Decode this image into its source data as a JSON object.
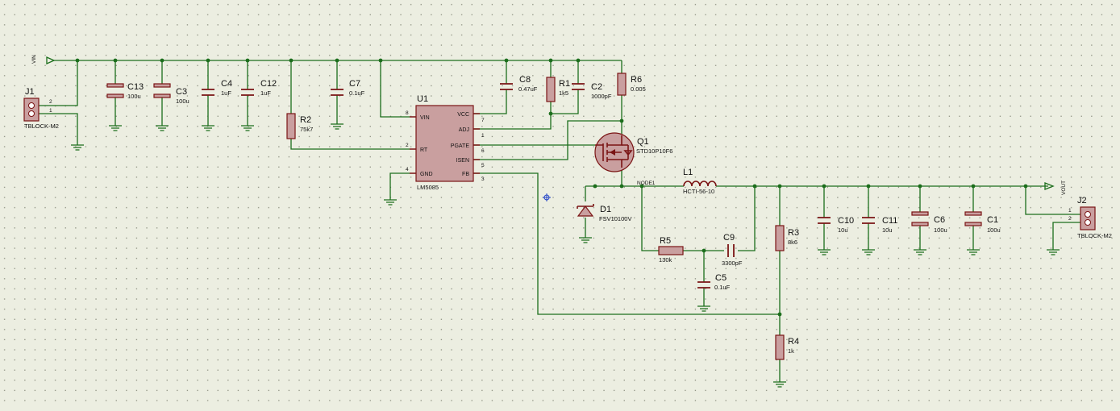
{
  "components": {
    "J1": {
      "ref": "J1",
      "value": "TBLOCK-M2",
      "pins": [
        "2",
        "1"
      ]
    },
    "J2": {
      "ref": "J2",
      "value": "TBLOCK-M2",
      "pins": [
        "1",
        "2"
      ]
    },
    "C13": {
      "ref": "C13",
      "value": "100u"
    },
    "C3": {
      "ref": "C3",
      "value": "100u"
    },
    "C4": {
      "ref": "C4",
      "value": "1uF"
    },
    "C12": {
      "ref": "C12",
      "value": "1uF"
    },
    "C7": {
      "ref": "C7",
      "value": "0.1uF"
    },
    "R2": {
      "ref": "R2",
      "value": "75k7"
    },
    "C8": {
      "ref": "C8",
      "value": "0.47uF"
    },
    "R1": {
      "ref": "R1",
      "value": "1k5"
    },
    "C2": {
      "ref": "C2",
      "value": "1000pF"
    },
    "R6": {
      "ref": "R6",
      "value": "0.005"
    },
    "Q1": {
      "ref": "Q1",
      "value": "STD10P10F6"
    },
    "U1": {
      "ref": "U1",
      "value": "LM5085",
      "pins_left": [
        {
          "name": "VIN",
          "num": "8"
        },
        {
          "name": "RT",
          "num": "2"
        },
        {
          "name": "GND",
          "num": "4"
        }
      ],
      "pins_right": [
        {
          "name": "VCC",
          "num": "7"
        },
        {
          "name": "ADJ",
          "num": "1"
        },
        {
          "name": "PGATE",
          "num": "6"
        },
        {
          "name": "ISEN",
          "num": "5"
        },
        {
          "name": "FB",
          "num": "3"
        }
      ]
    },
    "L1": {
      "ref": "L1",
      "value": "HCTI-56-10"
    },
    "D1": {
      "ref": "D1",
      "value": "FSV10100V"
    },
    "R5": {
      "ref": "R5",
      "value": "130k"
    },
    "C9": {
      "ref": "C9",
      "value": "3300pF"
    },
    "C5": {
      "ref": "C5",
      "value": "0.1uF"
    },
    "R3": {
      "ref": "R3",
      "value": "8k6"
    },
    "R4": {
      "ref": "R4",
      "value": "1k"
    },
    "C10": {
      "ref": "C10",
      "value": "10u"
    },
    "C11": {
      "ref": "C11",
      "value": "10u"
    },
    "C6": {
      "ref": "C6",
      "value": "100u"
    },
    "C1": {
      "ref": "C1",
      "value": "100u"
    }
  },
  "nets": {
    "vin": "VIN",
    "vout": "VOUT",
    "node1": "NODE1"
  },
  "colors": {
    "background": "#eceee1",
    "grid_dot": "#8b8f7f",
    "wire": "#1c6e1c",
    "component": "#7a1414",
    "component_fill": "#c99f9f"
  }
}
